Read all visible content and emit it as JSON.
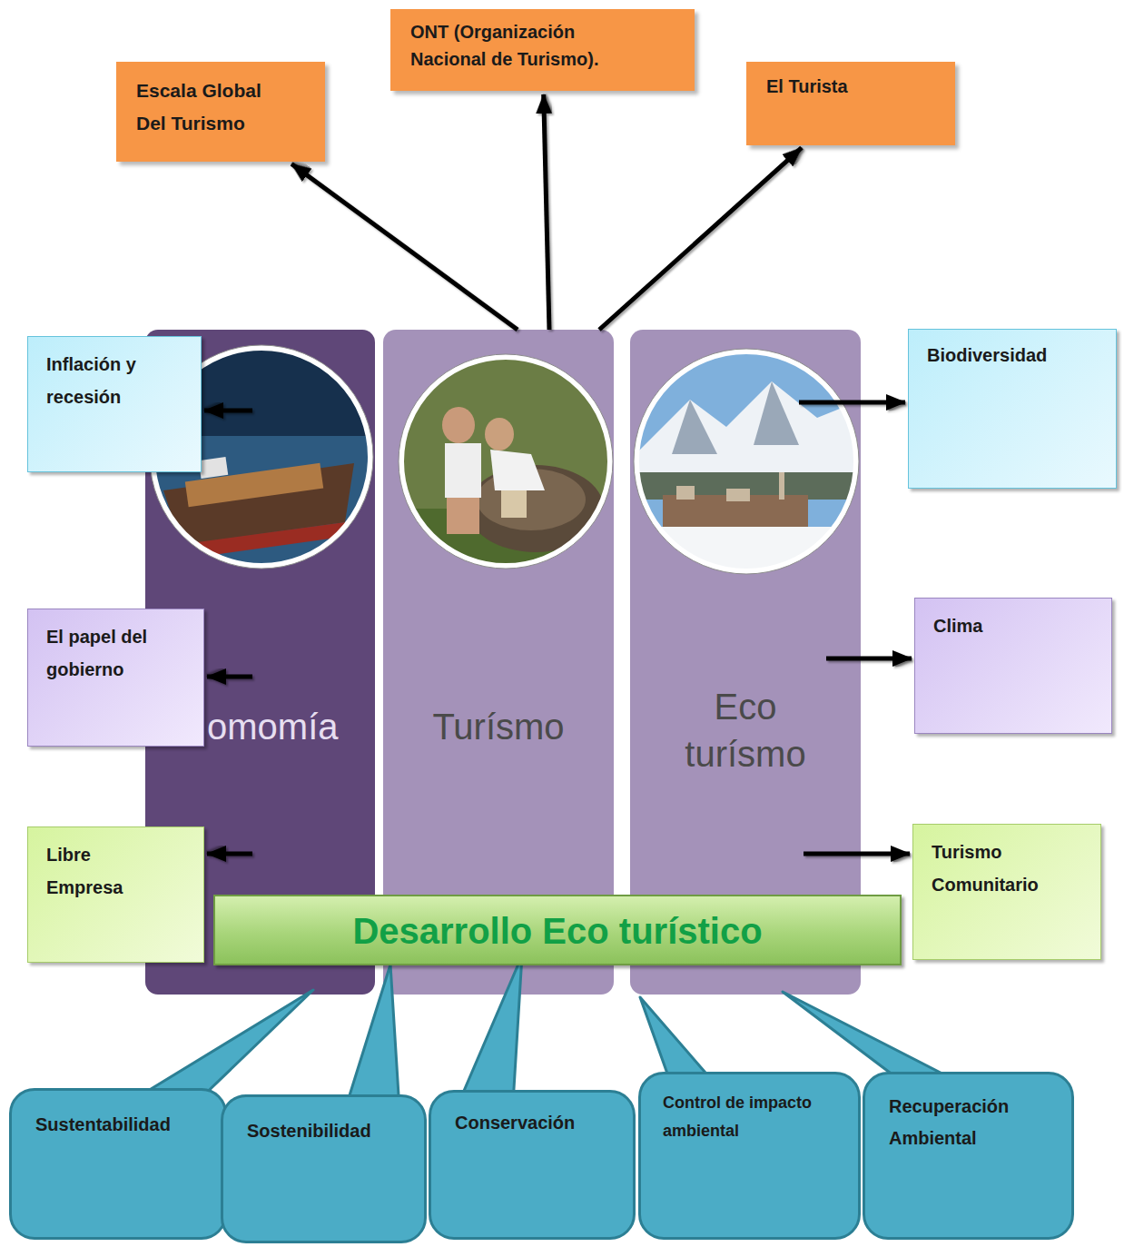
{
  "diagram": {
    "nodes": [
      {
        "text": [
          "Escala Global Del Turismo"
        ]
      },
      {
        "text": [
          "ONT (Organización Nacional de Turismo)."
        ]
      },
      {
        "text": [
          "El Turista"
        ]
      },
      {
        "text": [
          "omomía"
        ]
      },
      {
        "text": [
          "Turísmo"
        ]
      },
      {
        "text": [
          "Eco turísmo"
        ]
      },
      {
        "text": [
          "Inflación y recesión"
        ]
      },
      {
        "text": [
          "Biodiversidad"
        ]
      },
      {
        "text": [
          "El papel del gobierno"
        ]
      },
      {
        "text": [
          "Clima"
        ]
      },
      {
        "text": [
          "Libre Empresa"
        ]
      },
      {
        "text": [
          "Turismo Comunitario"
        ]
      },
      {
        "text": [
          "Desarrollo Eco turístico"
        ]
      },
      {
        "text": [
          "Sustentabilidad"
        ]
      },
      {
        "text": [
          "Sostenibilidad"
        ]
      },
      {
        "text": [
          "Conservación"
        ]
      },
      {
        "text": [
          "Control de impacto ambiental"
        ]
      },
      {
        "text": [
          "Recuperación Ambiental"
        ]
      }
    ],
    "edges": [
      {
        "from": 4,
        "to": 0,
        "arrow": "to"
      },
      {
        "from": 4,
        "to": 1,
        "arrow": "to"
      },
      {
        "from": 4,
        "to": 2,
        "arrow": "to"
      },
      {
        "from": 3,
        "to": 6,
        "arrow": "to"
      },
      {
        "from": 3,
        "to": 8,
        "arrow": "to"
      },
      {
        "from": 3,
        "to": 10,
        "arrow": "to"
      },
      {
        "from": 5,
        "to": 7,
        "arrow": "to"
      },
      {
        "from": 5,
        "to": 9,
        "arrow": "to"
      },
      {
        "from": 5,
        "to": 11,
        "arrow": "to"
      }
    ]
  }
}
